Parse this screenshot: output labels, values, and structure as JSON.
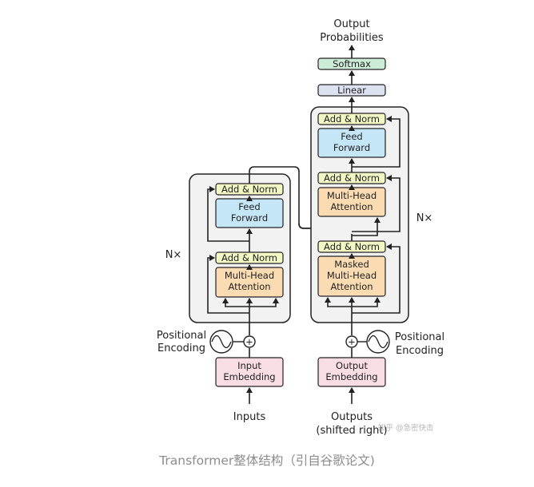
{
  "diagram": {
    "encoder": {
      "repeat": "N×",
      "sublayers": [
        {
          "add_norm": "Add & Norm",
          "block": [
            "Multi-Head",
            "Attention"
          ]
        },
        {
          "add_norm": "Add & Norm",
          "block": [
            "Feed",
            "Forward"
          ]
        }
      ],
      "embedding": [
        "Input",
        "Embedding"
      ],
      "positional": [
        "Positional",
        "Encoding"
      ],
      "input_label": "Inputs"
    },
    "decoder": {
      "repeat": "N×",
      "sublayers": [
        {
          "add_norm": "Add & Norm",
          "block": [
            "Masked",
            "Multi-Head",
            "Attention"
          ]
        },
        {
          "add_norm": "Add & Norm",
          "block": [
            "Multi-Head",
            "Attention"
          ]
        },
        {
          "add_norm": "Add & Norm",
          "block": [
            "Feed",
            "Forward"
          ]
        }
      ],
      "embedding": [
        "Output",
        "Embedding"
      ],
      "positional": [
        "Positional",
        "Encoding"
      ],
      "input_label": [
        "Outputs",
        "(shifted right)"
      ]
    },
    "head": {
      "linear": "Linear",
      "softmax": "Softmax",
      "output_label": [
        "Output",
        "Probabilities"
      ]
    },
    "plus_symbol": "+",
    "colors": {
      "add_norm": "#f2f7c4",
      "feed_forward": "#c5e6f6",
      "attention": "#fbdcb2",
      "embedding": "#f8dde3",
      "softmax": "#cdebd7",
      "linear": "#dde2f1",
      "layer_background": "#f2f2f2"
    }
  },
  "watermark": "知乎 @急密快击",
  "caption": "Transformer整体结构（引自谷歌论文)"
}
